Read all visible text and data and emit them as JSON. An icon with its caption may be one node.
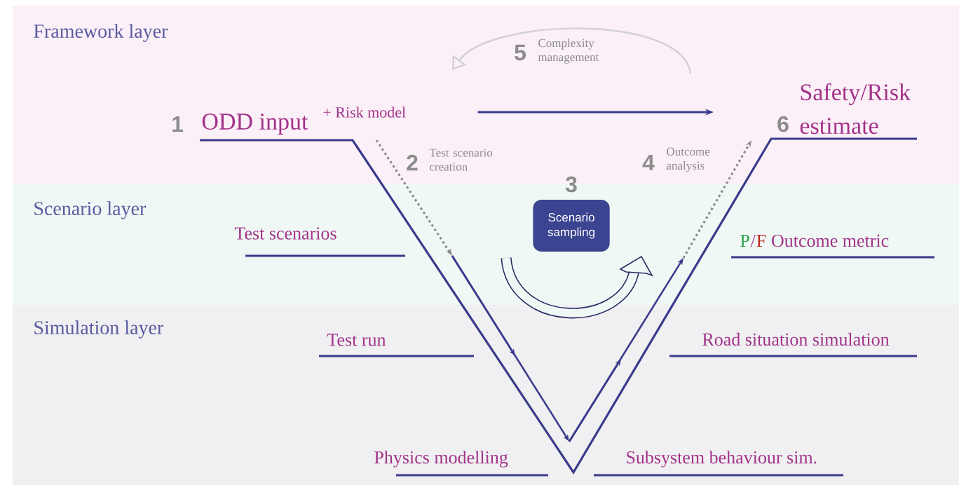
{
  "diagram": {
    "nodes": [
      {
        "text": [
          "Framework layer"
        ]
      },
      {
        "text": [
          "Scenario layer"
        ]
      },
      {
        "text": [
          "Simulation layer"
        ]
      },
      {
        "text": [
          "ODD input"
        ],
        "beside": [
          "1"
        ],
        "in": 0
      },
      {
        "text": [
          "+ Risk model"
        ],
        "in": 0
      },
      {
        "text": [
          "Safety/Risk estimate"
        ],
        "beside": [
          "6"
        ],
        "in": 0
      },
      {
        "text": [
          "Scenario sampling"
        ],
        "beside": [
          "3"
        ],
        "in": 1
      }
    ],
    "edges": [
      {
        "from": 4,
        "to": 5,
        "arrow": "to"
      }
    ],
    "labels": [
      "5",
      "Complexity management",
      "2",
      "Test scenario creation",
      "4",
      "Outcome analysis",
      "Test scenarios",
      "P",
      "/",
      "F",
      "Outcome metric",
      "Test run",
      "Road situation simulation",
      "Physics modelling",
      "Subsystem behaviour sim."
    ]
  }
}
